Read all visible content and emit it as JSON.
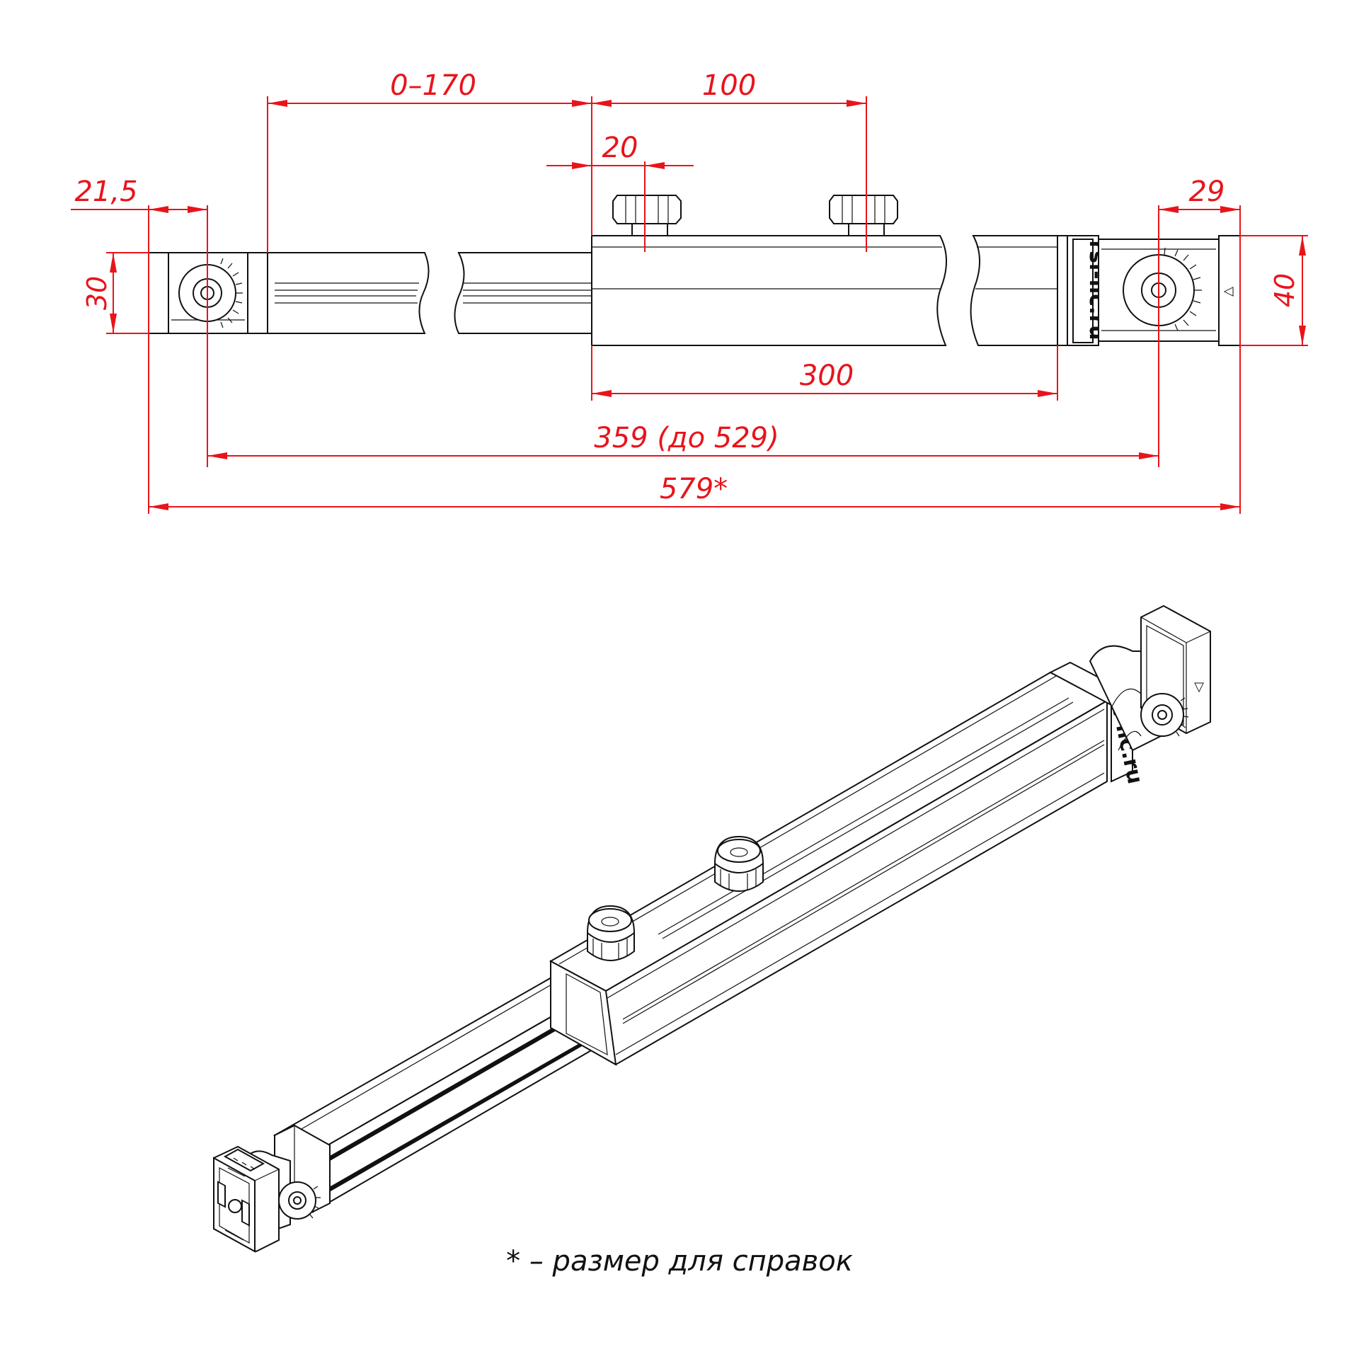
{
  "dimensions": {
    "d_0_170": "0–170",
    "d_100": "100",
    "d_20": "20",
    "d_21_5": "21,5",
    "d_29": "29",
    "d_30": "30",
    "d_40": "40",
    "d_300": "300",
    "d_359": "359 (до 529)",
    "d_579": "579*"
  },
  "logo": {
    "side_view": "rsi-llc.ru",
    "iso_view": "rsi-llc.ru"
  },
  "end_cap_mark": "▽",
  "note": "* – размер для справок",
  "colors": {
    "dimension": "#e8141b",
    "outline": "#111111",
    "background": "#ffffff"
  }
}
